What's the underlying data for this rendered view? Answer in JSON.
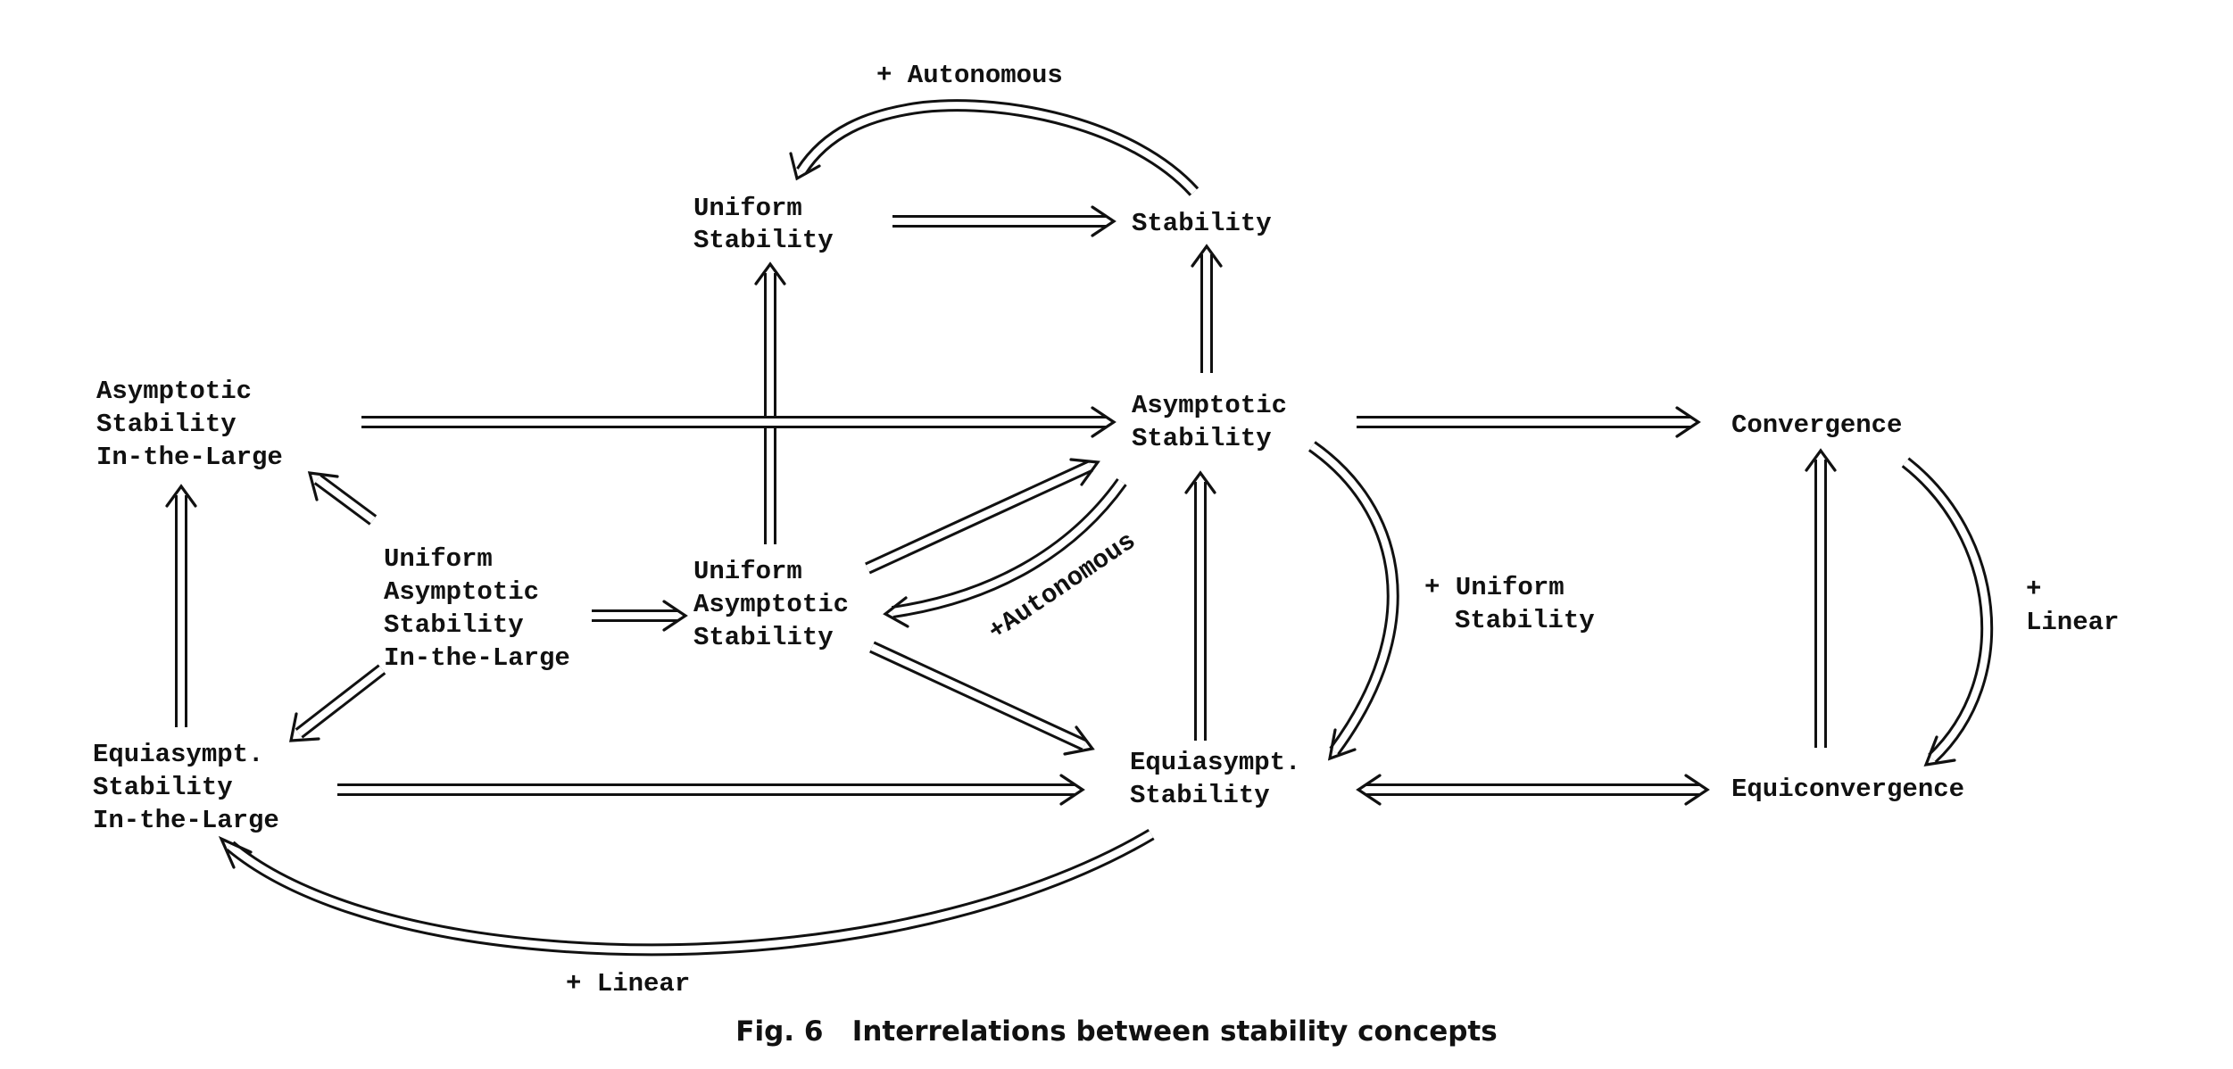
{
  "nodes": {
    "uniform_stability": [
      "Uniform",
      "Stability"
    ],
    "stability": [
      "Stability"
    ],
    "asymptotic_stability_large": [
      "Asymptotic",
      "Stability",
      "In-the-Large"
    ],
    "asymptotic_stability": [
      "Asymptotic",
      "Stability"
    ],
    "convergence": [
      "Convergence"
    ],
    "uniform_asymptotic_stability_large": [
      "Uniform",
      "Asymptotic",
      "Stability",
      "In-the-Large"
    ],
    "uniform_asymptotic_stability": [
      "Uniform",
      "Asymptotic",
      "Stability"
    ],
    "equiasympt_stability_large": [
      "Equiasympt.",
      "Stability",
      "In-the-Large"
    ],
    "equiasympt_stability": [
      "Equiasympt.",
      "Stability"
    ],
    "equiconvergence": [
      "Equiconvergence"
    ]
  },
  "annotations": {
    "autonomous_top": "+ Autonomous",
    "autonomous_diag": "+Autonomous",
    "uniform_stability_cond": [
      "+ Uniform",
      "Stability"
    ],
    "linear_right": [
      "+",
      "Linear"
    ],
    "linear_bottom": "+ Linear"
  },
  "edges": [
    {
      "from": "uniform_stability",
      "to": "stability"
    },
    {
      "from": "stability",
      "to": "uniform_stability",
      "condition": "autonomous_top"
    },
    {
      "from": "asymptotic_stability",
      "to": "stability"
    },
    {
      "from": "uniform_asymptotic_stability",
      "to": "uniform_stability"
    },
    {
      "from": "asymptotic_stability_large",
      "to": "asymptotic_stability"
    },
    {
      "from": "asymptotic_stability",
      "to": "convergence"
    },
    {
      "from": "uniform_asymptotic_stability_large",
      "to": "asymptotic_stability_large"
    },
    {
      "from": "uniform_asymptotic_stability_large",
      "to": "uniform_asymptotic_stability"
    },
    {
      "from": "uniform_asymptotic_stability_large",
      "to": "equiasympt_stability_large"
    },
    {
      "from": "uniform_asymptotic_stability",
      "to": "asymptotic_stability"
    },
    {
      "from": "asymptotic_stability",
      "to": "uniform_asymptotic_stability",
      "condition": "autonomous_diag"
    },
    {
      "from": "uniform_asymptotic_stability",
      "to": "equiasympt_stability"
    },
    {
      "from": "asymptotic_stability",
      "to": "equiasympt_stability",
      "condition": "uniform_stability_cond"
    },
    {
      "from": "equiasympt_stability",
      "to": "asymptotic_stability"
    },
    {
      "from": "equiasympt_stability_large",
      "to": "asymptotic_stability_large"
    },
    {
      "from": "equiasympt_stability_large",
      "to": "equiasympt_stability"
    },
    {
      "from": "equiasympt_stability",
      "to": "equiasympt_stability_large",
      "condition": "linear_bottom"
    },
    {
      "from": "equiasympt_stability",
      "to": "equiconvergence"
    },
    {
      "from": "equiconvergence",
      "to": "equiasympt_stability"
    },
    {
      "from": "equiconvergence",
      "to": "convergence"
    },
    {
      "from": "convergence",
      "to": "equiconvergence",
      "condition": "linear_right"
    }
  ],
  "caption": "Fig. 6   Interrelations between stability concepts"
}
